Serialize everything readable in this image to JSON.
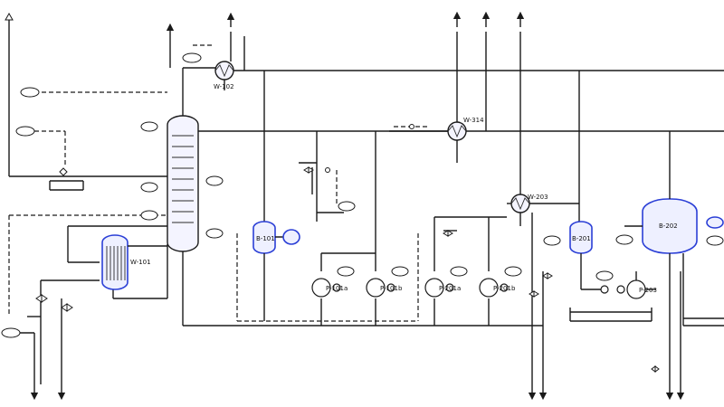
{
  "equipment": {
    "w101": "W-101",
    "w102": "W-102",
    "w314": "W-314",
    "w203": "W-203",
    "b101": "B-101",
    "b201": "B-201",
    "b202": "B-202",
    "p101a": "P-101a",
    "p101b": "P-101b",
    "p201a": "P-201a",
    "p201b": "P-201b",
    "p203": "P-203"
  },
  "colors": {
    "line": "#1a1a1a",
    "highlight": "#2b3fd6"
  }
}
